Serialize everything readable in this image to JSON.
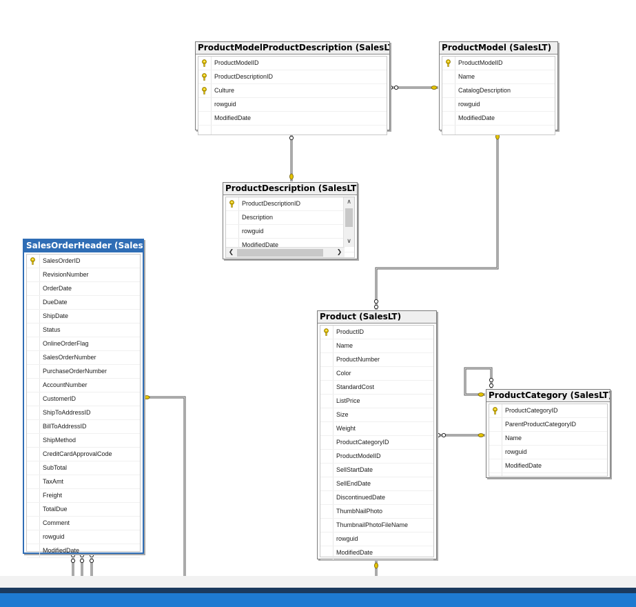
{
  "diagram": {
    "tables": [
      {
        "id": "pmpd",
        "title": "ProductModelProductDescription (SalesLT)",
        "selected": false,
        "columns": [
          {
            "name": "ProductModelID",
            "pk": true
          },
          {
            "name": "ProductDescriptionID",
            "pk": true
          },
          {
            "name": "Culture",
            "pk": true
          },
          {
            "name": "rowguid",
            "pk": false
          },
          {
            "name": "ModifiedDate",
            "pk": false
          }
        ]
      },
      {
        "id": "pm",
        "title": "ProductModel (SalesLT)",
        "selected": false,
        "columns": [
          {
            "name": "ProductModelID",
            "pk": true
          },
          {
            "name": "Name",
            "pk": false
          },
          {
            "name": "CatalogDescription",
            "pk": false
          },
          {
            "name": "rowguid",
            "pk": false
          },
          {
            "name": "ModifiedDate",
            "pk": false
          }
        ]
      },
      {
        "id": "pd",
        "title": "ProductDescription (SalesLT)",
        "selected": false,
        "columns": [
          {
            "name": "ProductDescriptionID",
            "pk": true
          },
          {
            "name": "Description",
            "pk": false
          },
          {
            "name": "rowguid",
            "pk": false
          },
          {
            "name": "ModifiedDate",
            "pk": false
          }
        ]
      },
      {
        "id": "soh",
        "title": "SalesOrderHeader (SalesLT)",
        "selected": true,
        "columns": [
          {
            "name": "SalesOrderID",
            "pk": true
          },
          {
            "name": "RevisionNumber",
            "pk": false
          },
          {
            "name": "OrderDate",
            "pk": false
          },
          {
            "name": "DueDate",
            "pk": false
          },
          {
            "name": "ShipDate",
            "pk": false
          },
          {
            "name": "Status",
            "pk": false
          },
          {
            "name": "OnlineOrderFlag",
            "pk": false
          },
          {
            "name": "SalesOrderNumber",
            "pk": false
          },
          {
            "name": "PurchaseOrderNumber",
            "pk": false
          },
          {
            "name": "AccountNumber",
            "pk": false
          },
          {
            "name": "CustomerID",
            "pk": false
          },
          {
            "name": "ShipToAddressID",
            "pk": false
          },
          {
            "name": "BillToAddressID",
            "pk": false
          },
          {
            "name": "ShipMethod",
            "pk": false
          },
          {
            "name": "CreditCardApprovalCode",
            "pk": false
          },
          {
            "name": "SubTotal",
            "pk": false
          },
          {
            "name": "TaxAmt",
            "pk": false
          },
          {
            "name": "Freight",
            "pk": false
          },
          {
            "name": "TotalDue",
            "pk": false
          },
          {
            "name": "Comment",
            "pk": false
          },
          {
            "name": "rowguid",
            "pk": false
          },
          {
            "name": "ModifiedDate",
            "pk": false
          }
        ]
      },
      {
        "id": "prod",
        "title": "Product (SalesLT)",
        "selected": false,
        "columns": [
          {
            "name": "ProductID",
            "pk": true
          },
          {
            "name": "Name",
            "pk": false
          },
          {
            "name": "ProductNumber",
            "pk": false
          },
          {
            "name": "Color",
            "pk": false
          },
          {
            "name": "StandardCost",
            "pk": false
          },
          {
            "name": "ListPrice",
            "pk": false
          },
          {
            "name": "Size",
            "pk": false
          },
          {
            "name": "Weight",
            "pk": false
          },
          {
            "name": "ProductCategoryID",
            "pk": false
          },
          {
            "name": "ProductModelID",
            "pk": false
          },
          {
            "name": "SellStartDate",
            "pk": false
          },
          {
            "name": "SellEndDate",
            "pk": false
          },
          {
            "name": "DiscontinuedDate",
            "pk": false
          },
          {
            "name": "ThumbNailPhoto",
            "pk": false
          },
          {
            "name": "ThumbnailPhotoFileName",
            "pk": false
          },
          {
            "name": "rowguid",
            "pk": false
          },
          {
            "name": "ModifiedDate",
            "pk": false
          }
        ]
      },
      {
        "id": "pc",
        "title": "ProductCategory (SalesLT)",
        "selected": false,
        "columns": [
          {
            "name": "ProductCategoryID",
            "pk": true
          },
          {
            "name": "ParentProductCategoryID",
            "pk": false
          },
          {
            "name": "Name",
            "pk": false
          },
          {
            "name": "rowguid",
            "pk": false
          },
          {
            "name": "ModifiedDate",
            "pk": false
          }
        ]
      }
    ],
    "relationships": [
      {
        "from": "ProductModelProductDescription",
        "to": "ProductModel"
      },
      {
        "from": "ProductModelProductDescription",
        "to": "ProductDescription"
      },
      {
        "from": "Product",
        "to": "ProductModel"
      },
      {
        "from": "Product",
        "to": "ProductCategory"
      },
      {
        "from": "ProductCategory",
        "to": "ProductCategory"
      }
    ],
    "colors": {
      "selected_header": "#2f6db5",
      "key_icon": "#e3c200",
      "status_bar": "#1e7ad1"
    }
  }
}
